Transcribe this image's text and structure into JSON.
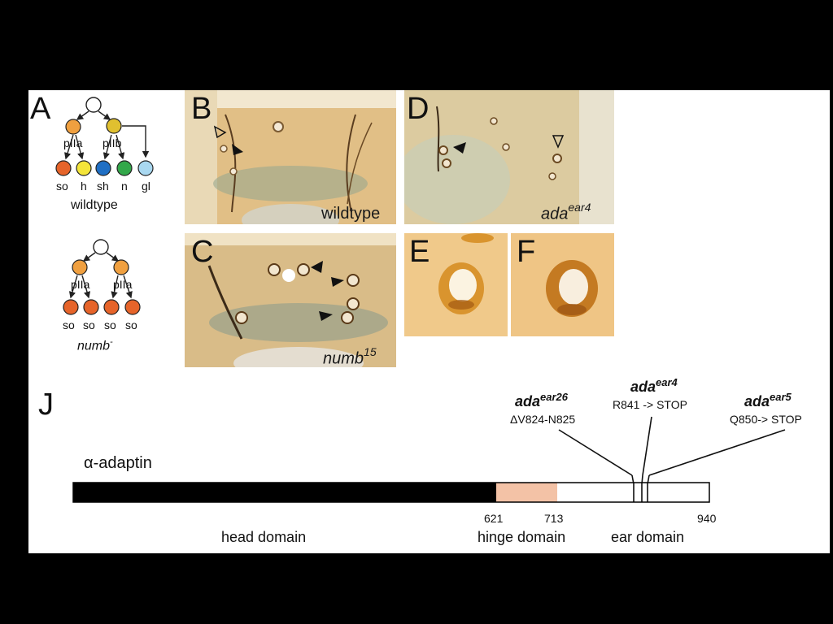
{
  "panels": {
    "A": {
      "letter": "A",
      "wildtype": {
        "parent_labels": [
          "pIIa",
          "pIIb"
        ],
        "cell_labels": [
          "so",
          "h",
          "sh",
          "n",
          "gl"
        ],
        "caption": "wildtype",
        "colors": {
          "root": "#ffffff",
          "pIIa": "#f0a040",
          "pIIb": "#e0c030",
          "so": "#e6642a",
          "h": "#f4e53a",
          "sh": "#1f6fc4",
          "n": "#33a84a",
          "gl": "#a9d8f0"
        }
      },
      "numb": {
        "parent_labels": [
          "pIIa",
          "pIIa"
        ],
        "cell_labels": [
          "so",
          "so",
          "so",
          "so"
        ],
        "caption": "numb",
        "caption_superscript": "-",
        "colors": {
          "parent": "#f0a040",
          "cell": "#e6642a"
        }
      }
    },
    "B": {
      "letter": "B",
      "label": "wildtype"
    },
    "C": {
      "letter": "C",
      "label": "numb",
      "label_superscript": "15"
    },
    "D": {
      "letter": "D",
      "label": "ada",
      "label_superscript": "ear4"
    },
    "E": {
      "letter": "E"
    },
    "F": {
      "letter": "F"
    },
    "J": {
      "letter": "J",
      "protein": "α-adaptin",
      "mutations": [
        {
          "name": "ada",
          "allele": "ear26",
          "desc": "ΔV824-N825"
        },
        {
          "name": "ada",
          "allele": "ear4",
          "desc": "R841 -> STOP"
        },
        {
          "name": "ada",
          "allele": "ear5",
          "desc": "Q850-> STOP"
        }
      ],
      "positions": [
        "621",
        "713",
        "940"
      ],
      "domains": [
        "head domain",
        "hinge domain",
        "ear domain"
      ],
      "colors": {
        "head": "#000000",
        "hinge": "#f3c2a6",
        "ear": "#ffffff"
      }
    }
  }
}
